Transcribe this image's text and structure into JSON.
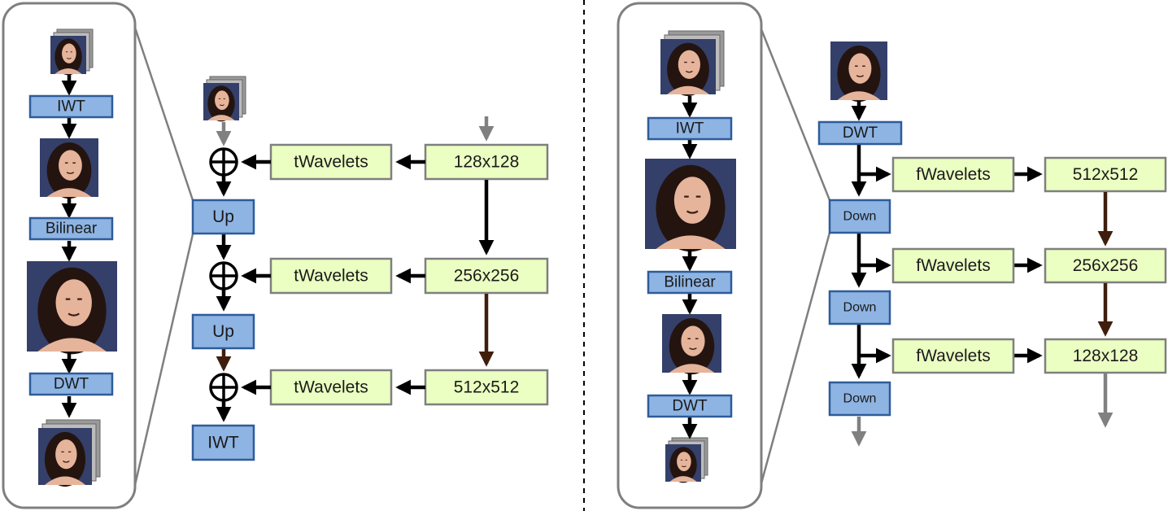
{
  "colors": {
    "op_fill": "#8EB4E3",
    "op_stroke": "#2E5C9A",
    "data_fill": "#EBFFC2",
    "data_stroke": "#7F7F7F",
    "arrow": "#000000",
    "arrow_gray": "#808080",
    "arrow_brown": "#3F1E0C",
    "panel_stroke": "#7F7F7F",
    "photo_bg": "#34406a",
    "photo_skin": "#e6b49a",
    "photo_hair": "#241410"
  },
  "left_panel": {
    "steps": {
      "iwt": "IWT",
      "bilinear": "Bilinear",
      "dwt": "DWT"
    }
  },
  "decoder": {
    "wavelet_boxes": [
      "tWavelets",
      "tWavelets",
      "tWavelets"
    ],
    "resolution_boxes": [
      "128x128",
      "256x256",
      "512x512"
    ],
    "up_boxes": [
      "Up",
      "Up"
    ],
    "final_box": "IWT"
  },
  "right_panel": {
    "steps": {
      "iwt": "IWT",
      "bilinear": "Bilinear",
      "dwt": "DWT"
    }
  },
  "encoder": {
    "first_box": "DWT",
    "wavelet_boxes": [
      "fWavelets",
      "fWavelets",
      "fWavelets"
    ],
    "resolution_boxes": [
      "512x512",
      "256x256",
      "128x128"
    ],
    "down_boxes": [
      "Down",
      "Down",
      "Down"
    ]
  }
}
